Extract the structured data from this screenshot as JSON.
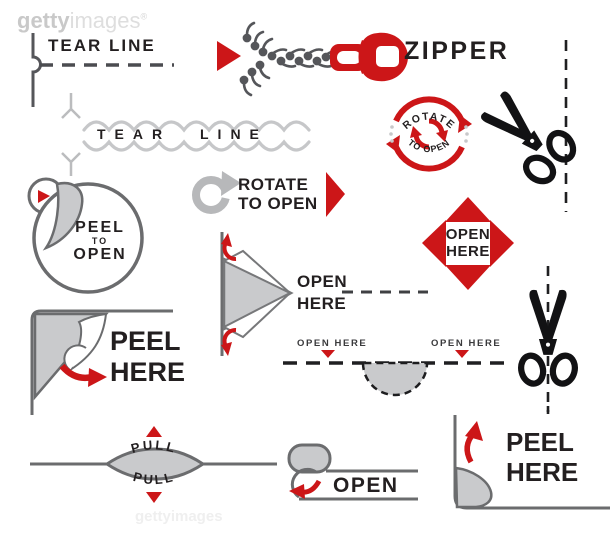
{
  "colors": {
    "red": "#cc1618",
    "black_text": "#231f20",
    "dark_gray_line": "#55565a",
    "mid_gray_line": "#6b6c6e",
    "light_gray_fill": "#c9cacc",
    "chevron_gray": "#c6c7c9",
    "scissors_black": "#121214",
    "watermark_gray": "#d4d4d4"
  },
  "watermark": {
    "part_bold": "getty",
    "part_light": "images",
    "registered": "®",
    "faint": "gettyimages"
  },
  "tear_line_dashed": {
    "label": "TEAR LINE"
  },
  "zipper": {
    "label": "ZIPPER"
  },
  "tear_line_chevron": {
    "label": "TEAR LINE"
  },
  "rotate_stamp": {
    "top": "ROTATE",
    "bottom": "TO OPEN"
  },
  "peel_to_open": {
    "line1": "PEEL",
    "line2": "TO",
    "line3": "OPEN"
  },
  "rotate_to_open": {
    "line1": "ROTATE",
    "line2": "TO OPEN"
  },
  "open_here_arrow": {
    "line1": "OPEN",
    "line2": "HERE"
  },
  "open_here_diamond": {
    "line1": "OPEN",
    "line2": "HERE"
  },
  "peel_here_left": {
    "line1": "PEEL",
    "line2": "HERE"
  },
  "open_here_strip": {
    "left_label": "OPEN HERE",
    "right_label": "OPEN HERE"
  },
  "pull": {
    "top": "PULL",
    "bottom": "PULL"
  },
  "open_roll": {
    "label": "OPEN"
  },
  "peel_here_right": {
    "line1": "PEEL",
    "line2": "HERE"
  }
}
